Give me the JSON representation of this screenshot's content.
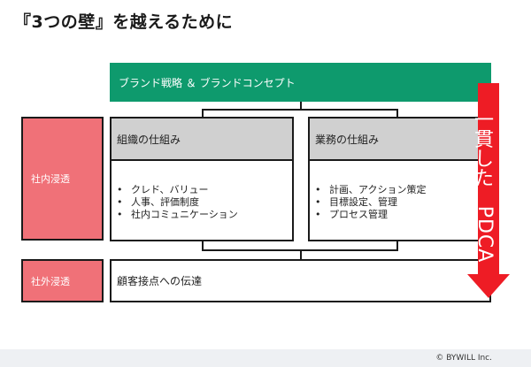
{
  "title": "『3つの壁』を越えるために",
  "banner": "ブランド戦略 ＆ ブランドコンセプト",
  "labels": {
    "internal": "社内浸透",
    "external": "社外浸透"
  },
  "left_box": {
    "header": "組織の仕組み",
    "items": [
      "クレド、バリュー",
      "人事、評価制度",
      "社内コミュニケーション"
    ]
  },
  "right_box": {
    "header": "業務の仕組み",
    "items": [
      "計画、アクション策定",
      "目標設定、管理",
      "プロセス管理"
    ]
  },
  "bottom_box": "顧客接点への伝達",
  "arrow_text": {
    "kanji": "一貫した",
    "latin": "PDCA"
  },
  "footer": "© BYWILL Inc.",
  "colors": {
    "banner": "#0e9a6d",
    "label": "#f07178",
    "arrow": "#ee1c25",
    "header": "#d0d0d0"
  }
}
